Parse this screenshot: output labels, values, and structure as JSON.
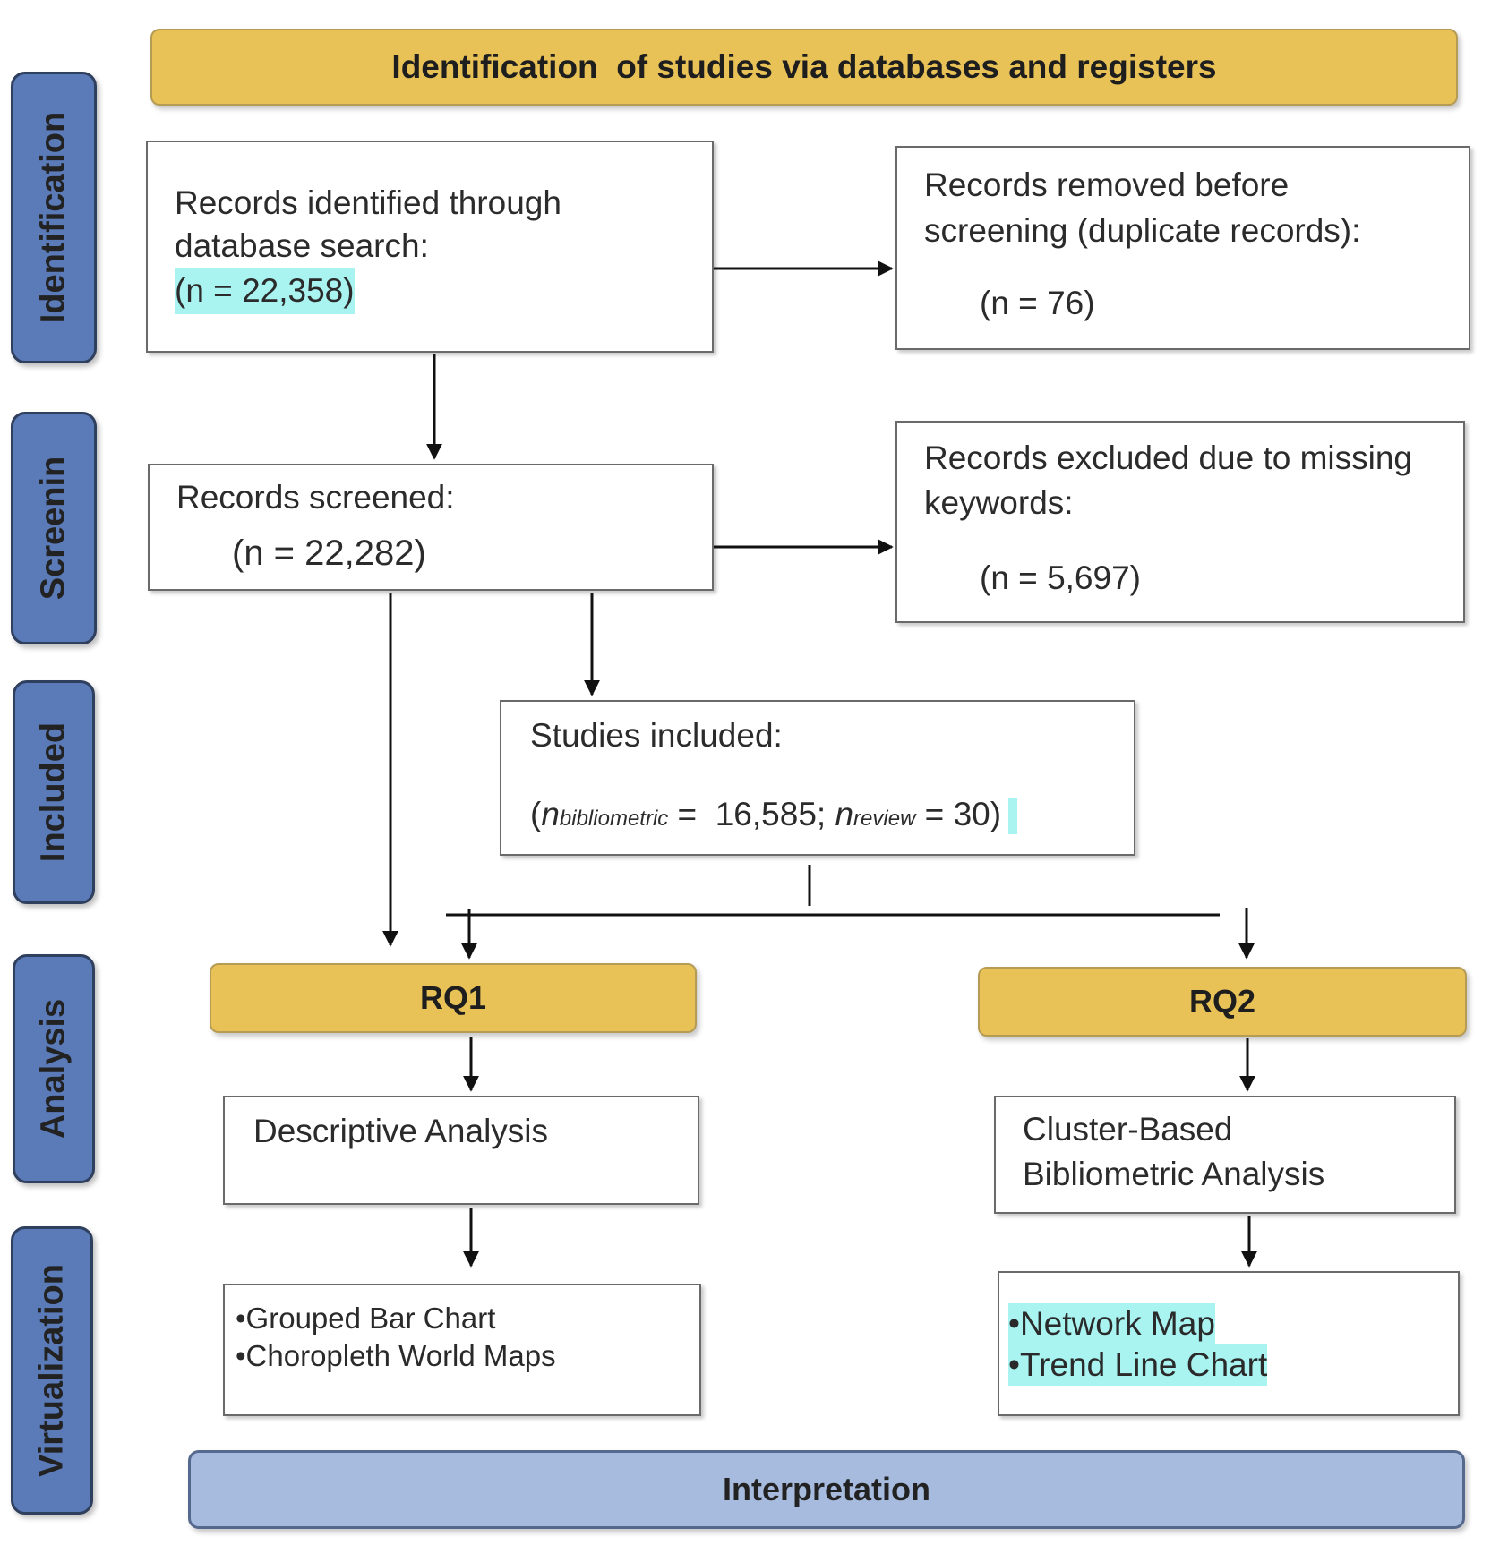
{
  "header": {
    "title": "Identification  of studies via databases and registers"
  },
  "stages": [
    {
      "label": "Identification"
    },
    {
      "label": "Screenin"
    },
    {
      "label": "Included"
    },
    {
      "label": "Analysis"
    },
    {
      "label": "Virtualization"
    }
  ],
  "identified": {
    "line1": "Records identified through",
    "line2": "database search:",
    "count": "(n = 22,358)"
  },
  "removed": {
    "line1": "Records removed before",
    "line2": "screening (duplicate records):",
    "count": "(n = 76)"
  },
  "screened": {
    "line1": "Records screened:",
    "count": "(n = 22,282)"
  },
  "excluded": {
    "line1": "Records excluded due to missing",
    "line2": "keywords:",
    "count": "(n = 5,697)"
  },
  "included": {
    "line1": "Studies included:",
    "open": "(",
    "n": "n",
    "sub_bibliometric": "bibliometric",
    "mid": " =  16,585; ",
    "sub_review": "review",
    "close": " = 30)"
  },
  "rq1": {
    "label": "RQ1",
    "analysis": "Descriptive Analysis",
    "viz": [
      "•Grouped Bar Chart",
      "•Choropleth World Maps"
    ]
  },
  "rq2": {
    "label": "RQ2",
    "analysis_line1": "Cluster-Based",
    "analysis_line2": "Bibliometric Analysis",
    "viz": [
      "•Network Map",
      "•Trend Line Chart"
    ]
  },
  "footer": {
    "label": "Interpretation"
  },
  "colors": {
    "gold": "#e9c257",
    "stage_blue": "#5b7ab8",
    "footer_blue": "#a7bbdf",
    "highlight": "#a9f3f1"
  }
}
